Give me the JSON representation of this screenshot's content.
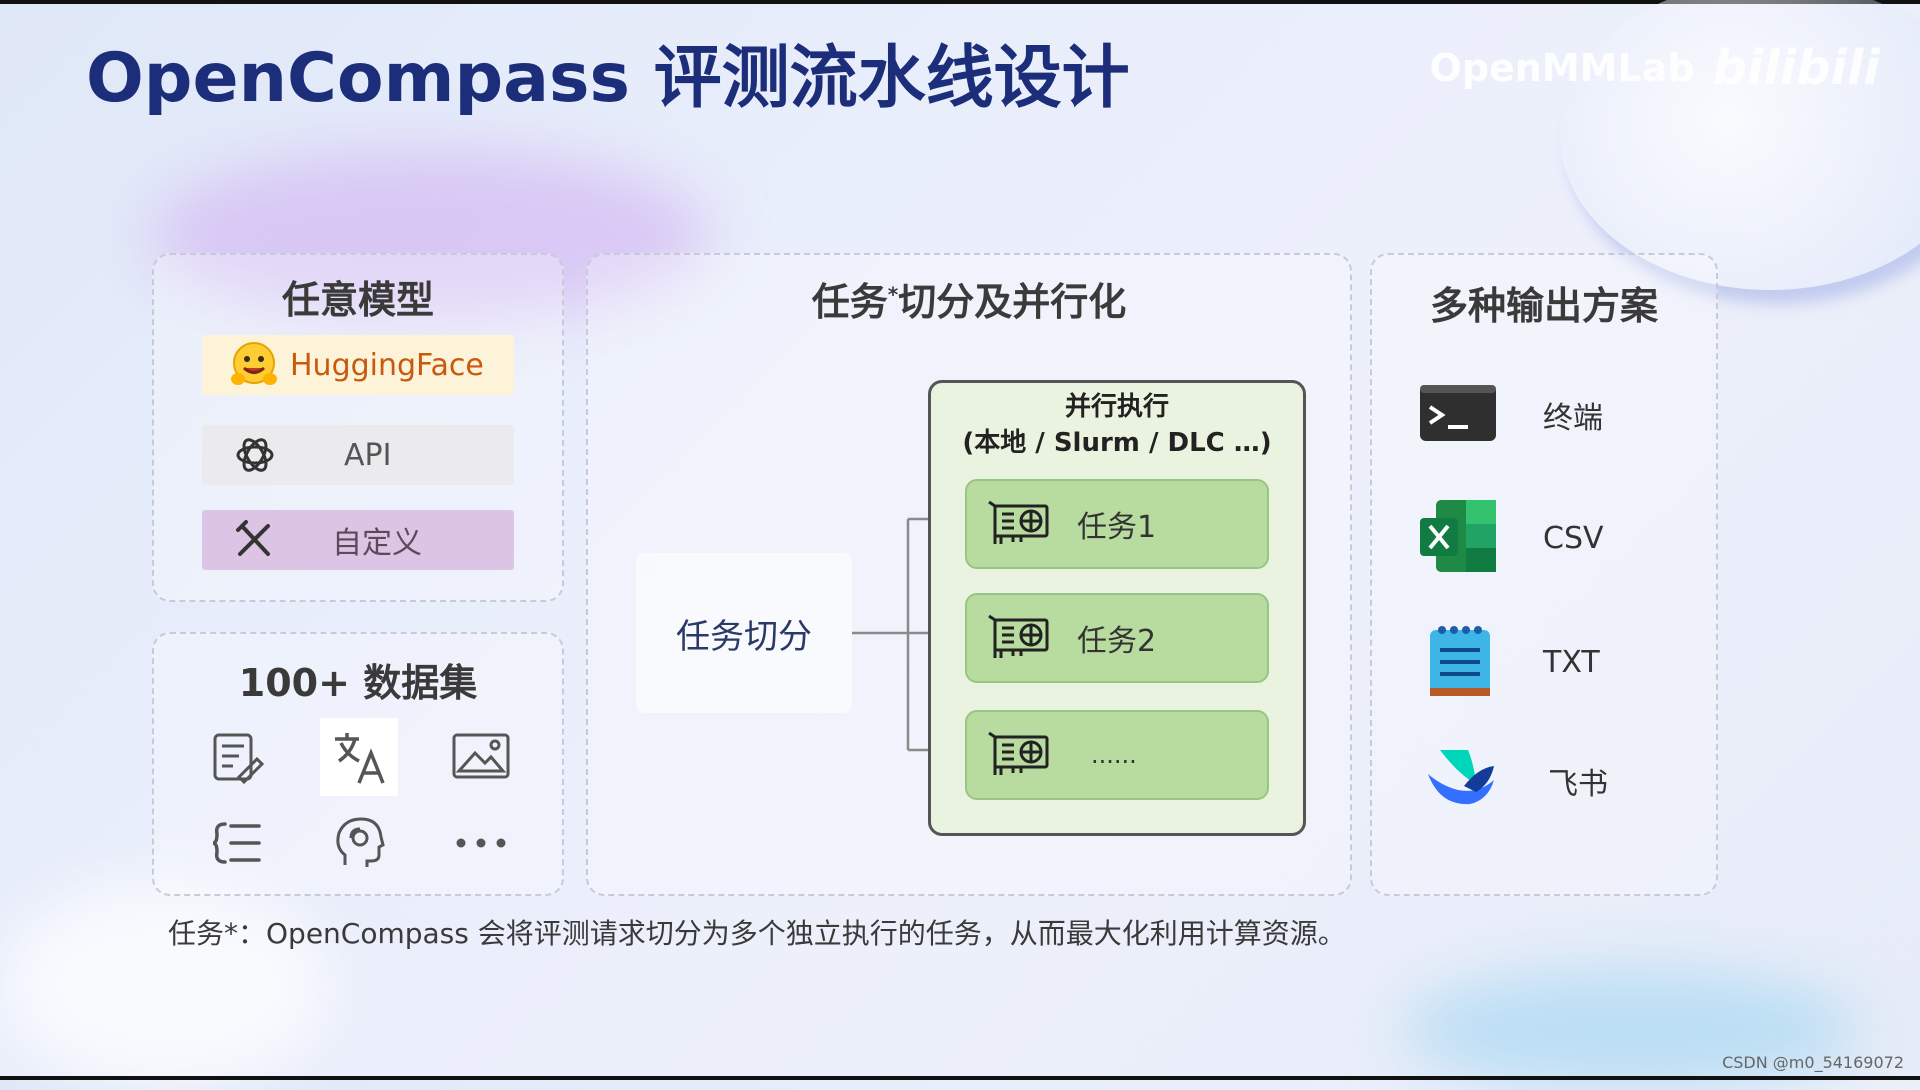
{
  "title": "OpenCompass 评测流水线设计",
  "brand": {
    "openmmlab": "OpenMMLab",
    "bilibili": "bilibili"
  },
  "models_panel": {
    "title": "任意模型",
    "items": [
      {
        "label": "HuggingFace",
        "icon": "hugging-face-emoji-icon",
        "bg": "#fdf3d9",
        "color": "#c85a10"
      },
      {
        "label": "API",
        "icon": "openai-logo-icon",
        "bg": "#ebebee",
        "color": "#555555"
      },
      {
        "label": "自定义",
        "icon": "tools-icon",
        "bg": "#dcc4e4",
        "color": "#5a4a5a"
      }
    ]
  },
  "datasets_panel": {
    "title": "100+ 数据集",
    "icons": [
      "document-edit-icon",
      "translate-icon",
      "image-icon",
      "list-indent-icon",
      "brain-head-icon",
      "more-dots-icon"
    ]
  },
  "tasks_panel": {
    "title_main": "任务",
    "title_mark": "*",
    "title_rest": "切分及并行化",
    "split_label": "任务切分",
    "exec_title_line1": "并行执行",
    "exec_title_line2": "(本地 / Slurm / DLC …)",
    "tasks": [
      "任务1",
      "任务2",
      "......"
    ]
  },
  "output_panel": {
    "title": "多种输出方案",
    "items": [
      {
        "label": "终端",
        "icon": "terminal-icon"
      },
      {
        "label": "CSV",
        "icon": "excel-icon"
      },
      {
        "label": "TXT",
        "icon": "notepad-icon"
      },
      {
        "label": "飞书",
        "icon": "feishu-icon"
      }
    ]
  },
  "footnote": "任务*：OpenCompass 会将评测请求切分为多个独立执行的任务，从而最大化利用计算资源。",
  "watermark": "CSDN @m0_54169072",
  "colors": {
    "title": "#1c2d7a",
    "task_fill": "#b8dba0",
    "exec_fill": "#eaf3e0"
  }
}
